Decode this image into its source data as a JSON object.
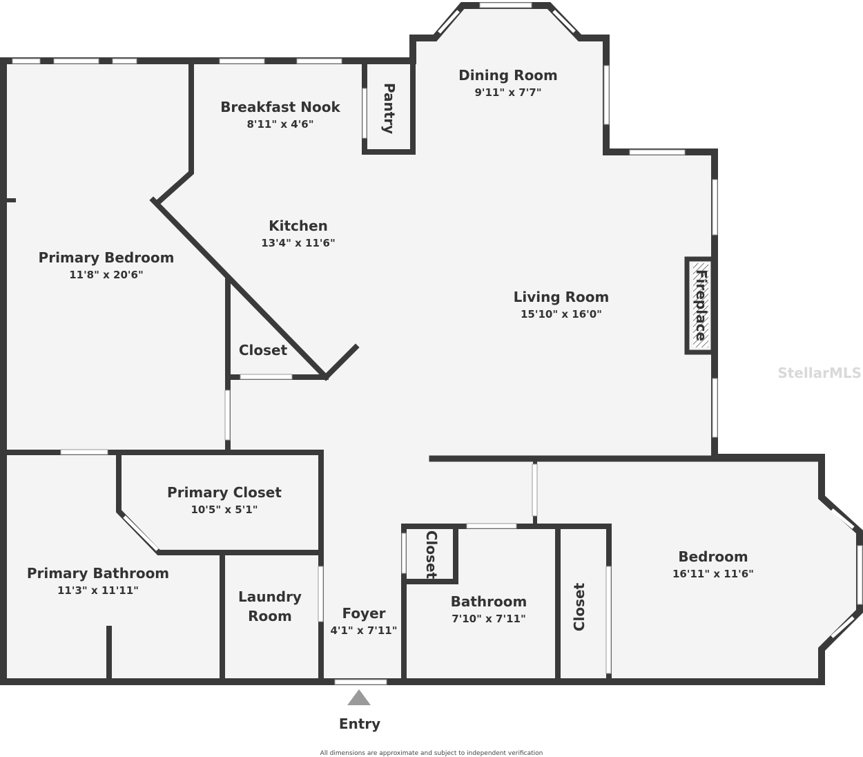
{
  "rooms": {
    "dining": {
      "name": "Dining Room",
      "dim": "9'11\" x 7'7\""
    },
    "breakfast": {
      "name": "Breakfast Nook",
      "dim": "8'11\" x 4'6\""
    },
    "pantry": {
      "name": "Pantry"
    },
    "kitchen": {
      "name": "Kitchen",
      "dim": "13'4\" x 11'6\""
    },
    "primary_bedroom": {
      "name": "Primary Bedroom",
      "dim": "11'8\" x 20'6\""
    },
    "living": {
      "name": "Living Room",
      "dim": "15'10\" x 16'0\""
    },
    "fireplace": {
      "name": "Fireplace"
    },
    "closet_1": {
      "name": "Closet"
    },
    "primary_closet": {
      "name": "Primary Closet",
      "dim": "10'5\" x 5'1\""
    },
    "primary_bath": {
      "name": "Primary Bathroom",
      "dim": "11'3\" x 11'11\""
    },
    "laundry": {
      "name_line1": "Laundry",
      "name_line2": "Room"
    },
    "foyer": {
      "name": "Foyer",
      "dim": "4'1\" x 7'11\""
    },
    "closet_2": {
      "name": "Closet"
    },
    "bathroom": {
      "name": "Bathroom",
      "dim": "7'10\" x 7'11\""
    },
    "closet_3": {
      "name": "Closet"
    },
    "bedroom": {
      "name": "Bedroom",
      "dim": "16'11\" x 11'6\""
    }
  },
  "entry_label": "Entry",
  "watermark": "StellarMLS",
  "disclaimer": "All dimensions are approximate and subject to independent verification",
  "colors": {
    "wall": "#3a3a3a",
    "floor": "#f4f4f4",
    "text": "#333333"
  }
}
